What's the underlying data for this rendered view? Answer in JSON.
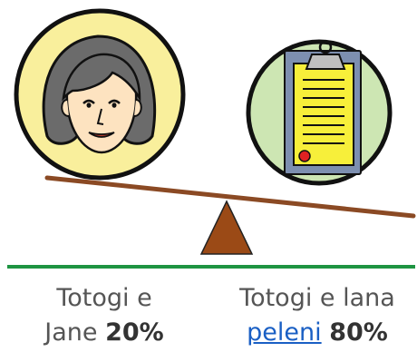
{
  "left_caption": {
    "line1": "Totogi e",
    "name": "Jane",
    "percent": "20%"
  },
  "right_caption": {
    "line1": "Totogi e lana",
    "link_text": "peleni",
    "percent": "80%"
  },
  "icons": {
    "left": "woman-face-icon",
    "right": "clipboard-document-icon"
  },
  "colors": {
    "left_circle_fill": "#f9ef9c",
    "right_circle_fill": "#cde6b3",
    "beam": "#8b4a24",
    "fulcrum": "#9b4a16",
    "ground_line": "#1e9442",
    "link": "#1a5fc4"
  }
}
